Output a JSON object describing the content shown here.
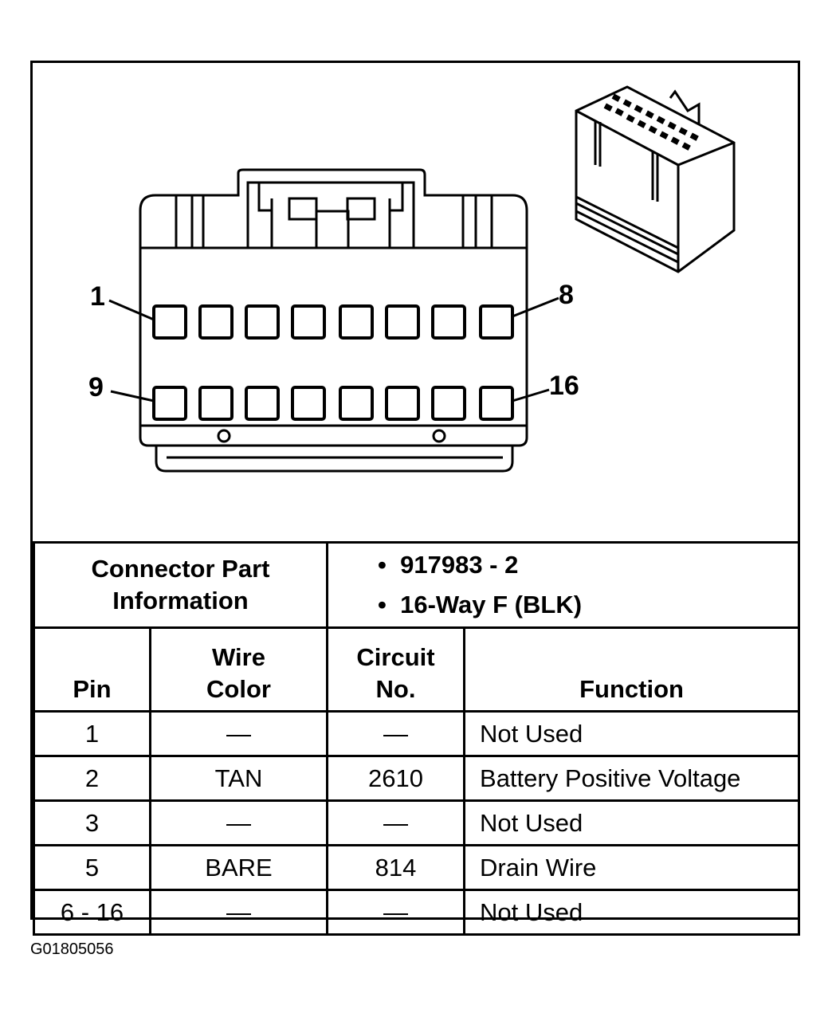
{
  "pin_labels": {
    "top_left": "1",
    "top_right": "8",
    "bottom_left": "9",
    "bottom_right": "16"
  },
  "info": {
    "label": "Connector Part Information",
    "values": [
      "917983 - 2",
      "16-Way F (BLK)"
    ]
  },
  "table": {
    "headers": {
      "pin": "Pin",
      "wire_color": "Wire Color",
      "circuit_no": "Circuit No.",
      "function": "Function"
    },
    "rows": [
      {
        "pin": "1",
        "wire_color": "—",
        "circuit_no": "—",
        "function": "Not Used"
      },
      {
        "pin": "2",
        "wire_color": "TAN",
        "circuit_no": "2610",
        "function": "Battery Positive Voltage"
      },
      {
        "pin": "3",
        "wire_color": "—",
        "circuit_no": "—",
        "function": "Not Used"
      },
      {
        "pin": "5",
        "wire_color": "BARE",
        "circuit_no": "814",
        "function": "Drain Wire"
      },
      {
        "pin": "6 - 16",
        "wire_color": "—",
        "circuit_no": "—",
        "function": "Not Used"
      }
    ]
  },
  "figure_code": "G01805056"
}
